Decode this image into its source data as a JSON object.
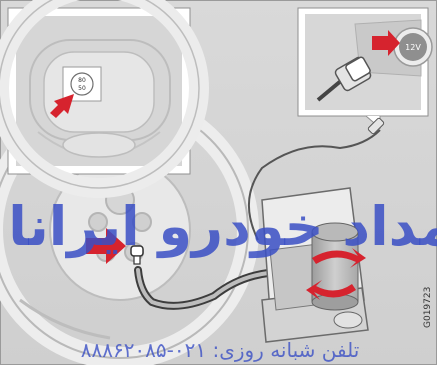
{
  "illustration": {
    "inset_left": {
      "speed_label": "80\n50"
    },
    "inset_right": {
      "socket_label": "12V"
    },
    "figure_code": "G019723",
    "watermark": {
      "persian_text": "امداد خودرو ایرانا",
      "phone_line": "تلفن شبانه روزی: ۰۲۱-۸۸۸۶۲۰۸۵"
    }
  },
  "colors": {
    "arrow_red": "#d6232e",
    "frame_gray": "#bcbcbc",
    "watermark_blue": "#3a4fc4"
  },
  "icons": [
    "steering-wheel-icon",
    "power-socket-icon",
    "tire-valve-icon",
    "compressor-icon",
    "rotation-arrow-icon"
  ]
}
